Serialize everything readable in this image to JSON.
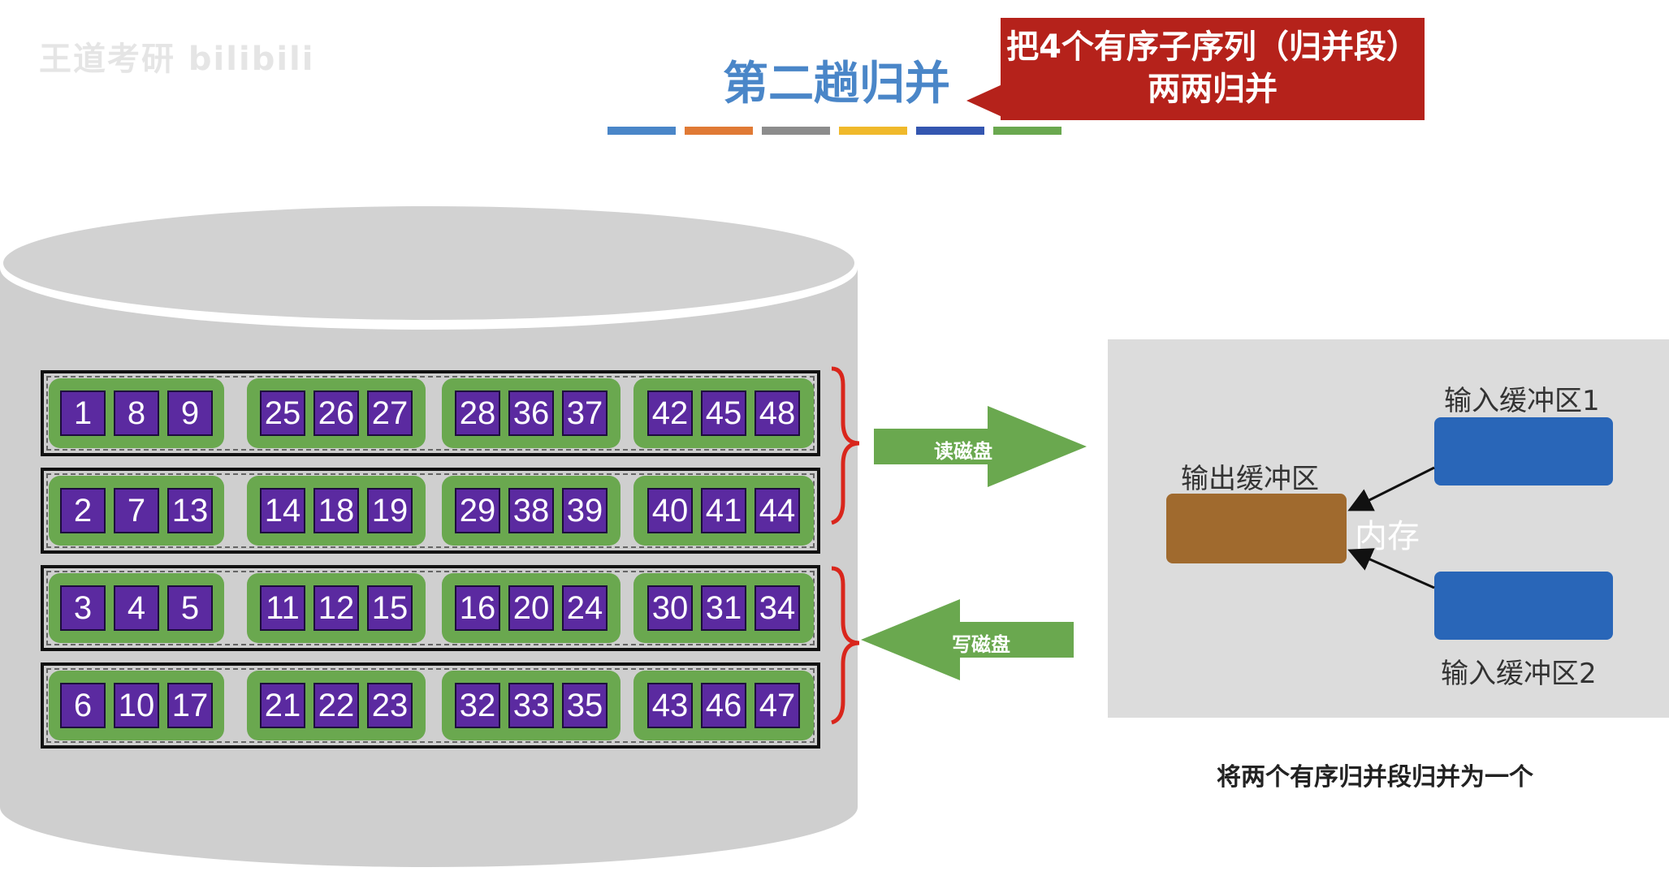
{
  "watermark": "王道考研 bilibili",
  "title": "第二趟归并",
  "callout": {
    "line1": "把4个有序子序列（归并段）",
    "line2": "两两归并"
  },
  "colors": [
    "#4a86c8",
    "#e07a35",
    "#8c8c8c",
    "#f0b92b",
    "#3456b0",
    "#6aa84f"
  ],
  "runs": [
    [
      [
        1,
        8,
        9
      ],
      [
        25,
        26,
        27
      ],
      [
        28,
        36,
        37
      ],
      [
        42,
        45,
        48
      ]
    ],
    [
      [
        2,
        7,
        13
      ],
      [
        14,
        18,
        19
      ],
      [
        29,
        38,
        39
      ],
      [
        40,
        41,
        44
      ]
    ],
    [
      [
        3,
        4,
        5
      ],
      [
        11,
        12,
        15
      ],
      [
        16,
        20,
        24
      ],
      [
        30,
        31,
        34
      ]
    ],
    [
      [
        6,
        10,
        17
      ],
      [
        21,
        22,
        23
      ],
      [
        32,
        33,
        35
      ],
      [
        43,
        46,
        47
      ]
    ]
  ],
  "read_disk": "读磁盘",
  "write_disk": "写磁盘",
  "memory": {
    "label": "内存",
    "input1": "输入缓冲区1",
    "input2": "输入缓冲区2",
    "output": "输出缓冲区"
  },
  "caption": "将两个有序归并段归并为一个"
}
